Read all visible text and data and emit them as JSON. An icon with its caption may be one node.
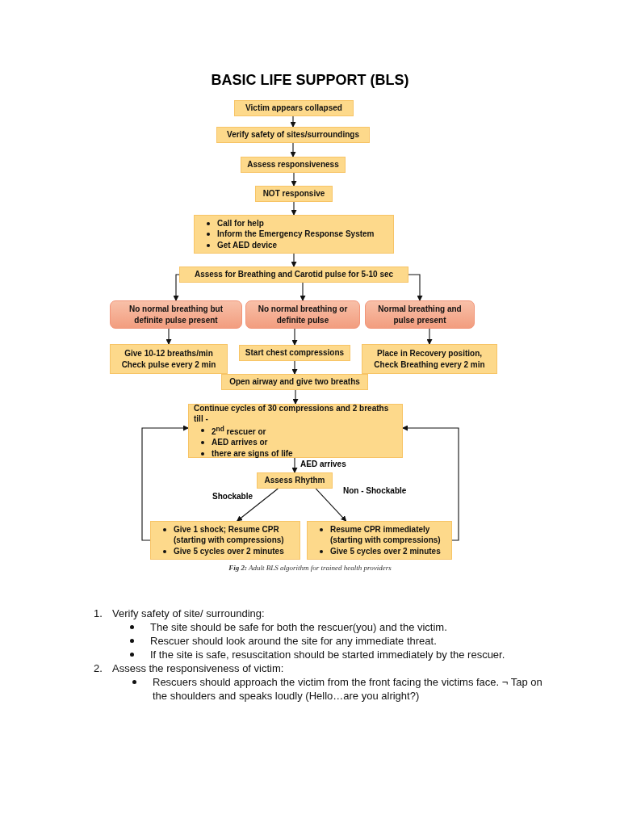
{
  "diagram": {
    "title": "BASIC LIFE SUPPORT (BLS)",
    "caption": "**Fig 2:** Adult BLS algorithm for trained health providers",
    "nodes": [
      {
        "text": [
          "Victim appears collapsed"
        ]
      },
      {
        "text": [
          "Verify safety of sites/surroundings"
        ]
      },
      {
        "text": [
          "Assess responsiveness"
        ]
      },
      {
        "text": [
          "NOT responsive"
        ]
      },
      {
        "text": [
          "Call for help",
          "Inform the Emergency Response System",
          "Get AED device"
        ]
      },
      {
        "text": [
          "Assess for Breathing and Carotid pulse for 5-10 sec"
        ]
      },
      {
        "text": [
          "No normal breathing but definite pulse present"
        ]
      },
      {
        "text": [
          "No normal breathing or definite pulse"
        ]
      },
      {
        "text": [
          "Normal breathing and pulse present"
        ]
      },
      {
        "text": [
          "Give 10-12 breaths/min Check pulse every 2 min"
        ]
      },
      {
        "text": [
          "Start chest compressions"
        ]
      },
      {
        "text": [
          "Place in Recovery position, Check Breathing every 2 min"
        ]
      },
      {
        "text": [
          "Open airway and give two breaths"
        ]
      },
      {
        "text": [
          "Continue cycles of 30 compressions and 2 breaths till -",
          "2$^{nd}$ rescuer or",
          "AED arrives or",
          "there are signs of life"
        ]
      },
      {
        "text": [
          "Assess Rhythm"
        ]
      },
      {
        "text": [
          "Give 1 shock; Resume CPR (starting with compressions)",
          "Give 5 cycles over 2 minutes"
        ]
      },
      {
        "text": [
          "Resume CPR immediately (starting with compressions)",
          "Give 5 cycles over 2 minutes"
        ]
      }
    ],
    "edges": [
      {
        "from": 0,
        "to": 1,
        "arrow": "to"
      },
      {
        "from": 1,
        "to": 2,
        "arrow": "to"
      },
      {
        "from": 2,
        "to": 3,
        "arrow": "to"
      },
      {
        "from": 3,
        "to": 4,
        "arrow": "to"
      },
      {
        "from": 4,
        "to": 5,
        "arrow": "to"
      },
      {
        "from": 5,
        "to": 6,
        "arrow": "to"
      },
      {
        "from": 5,
        "to": 7,
        "arrow": "to"
      },
      {
        "from": 5,
        "to": 8,
        "arrow": "to"
      },
      {
        "from": 6,
        "to": 9,
        "arrow": "to"
      },
      {
        "from": 7,
        "to": 10,
        "arrow": "to"
      },
      {
        "from": 8,
        "to": 11,
        "arrow": "to"
      },
      {
        "from": 10,
        "to": 12,
        "arrow": "to"
      },
      {
        "from": 12,
        "to": 13,
        "arrow": "to"
      },
      {
        "from": 13,
        "to": 14,
        "arrow": "to",
        "label": "AED arrives"
      },
      {
        "from": 14,
        "to": 15,
        "arrow": "to",
        "label": "Shockable"
      },
      {
        "from": 14,
        "to": 16,
        "arrow": "to",
        "label": "Non - Shockable"
      },
      {
        "from": 15,
        "to": 13,
        "arrow": "to"
      },
      {
        "from": 16,
        "to": 13,
        "arrow": "to"
      }
    ],
    "labels": [
      "1.",
      "Verify safety of site/ surrounding:",
      "The site should be safe for both the rescuer(you) and the victim.",
      "Rescuer should look around the site for any immediate threat.",
      "If the site is safe, resuscitation should be started immediately by the rescuer.",
      "2.",
      "Assess the responsiveness of victim:",
      "Rescuers should approach the victim from the front facing the victims face. ¬ Tap on the shoulders and speaks loudly (Hello…are you alright?)"
    ]
  }
}
